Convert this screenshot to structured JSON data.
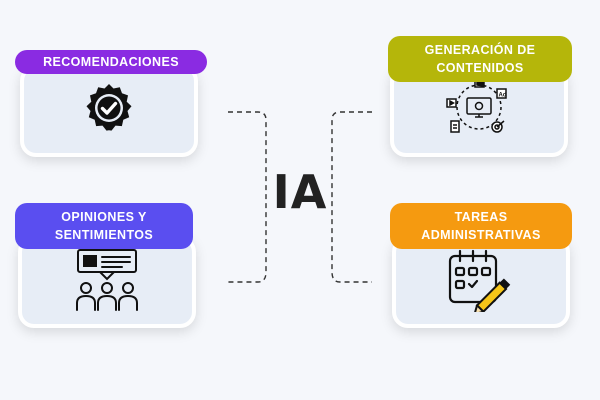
{
  "center": {
    "title": "IA"
  },
  "cards": [
    {
      "label": "RECOMENDACIONES",
      "color": "#8a2be2",
      "icon": "verified-badge-icon"
    },
    {
      "label": "GENERACIÓN DE CONTENIDOS",
      "color": "#b5b60a",
      "icon": "content-generation-icon"
    },
    {
      "label": "OPINIONES Y SENTIMIENTOS",
      "color": "#5a4ef0",
      "icon": "audience-feedback-icon"
    },
    {
      "label": "TAREAS ADMINISTRATIVAS",
      "color": "#f59a10",
      "icon": "calendar-checklist-icon"
    }
  ]
}
